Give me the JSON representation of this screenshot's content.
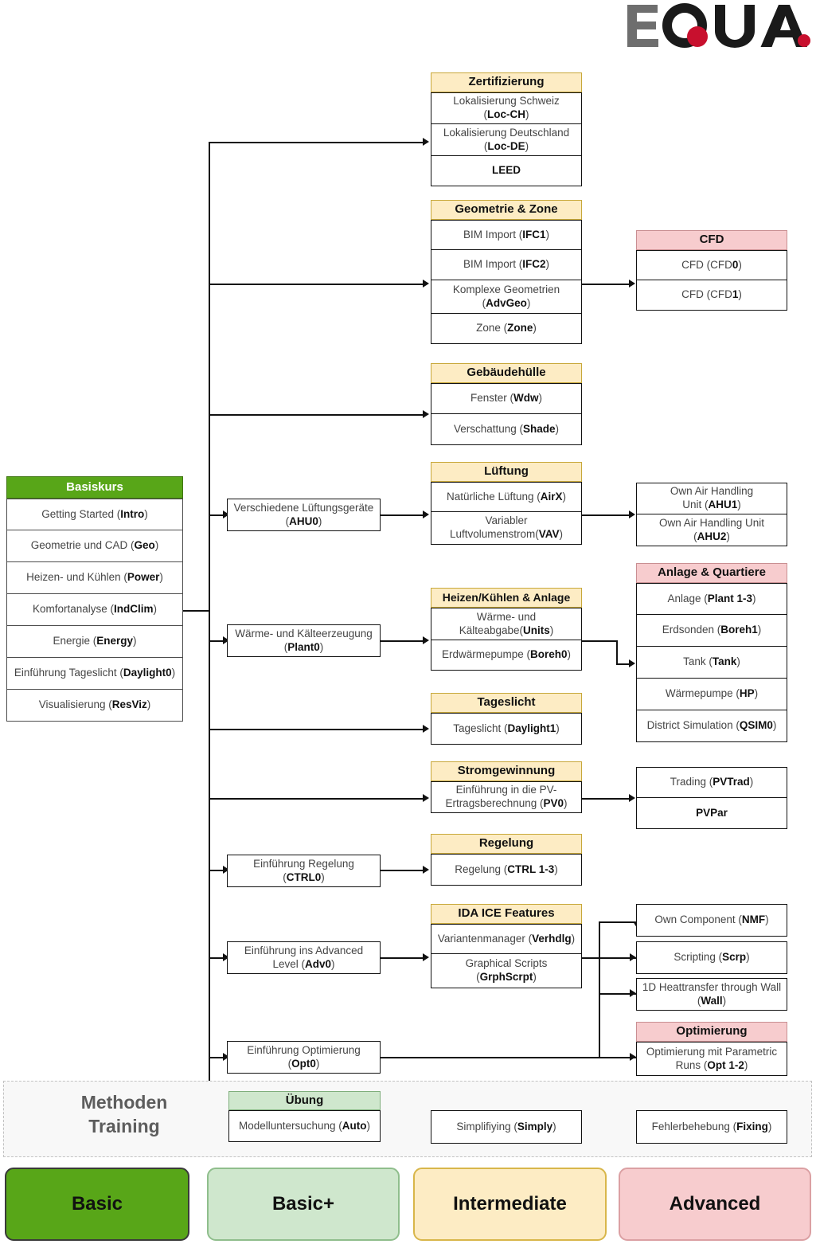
{
  "logo": {
    "text": "EQUA.",
    "gray": "#6e6e6e",
    "black": "#1a1a1a",
    "red": "#c8102e"
  },
  "colors": {
    "basic": "#58a618",
    "basic_plus": "#cfe7cd",
    "intermediate": "#fdecc4",
    "advanced": "#f7ccce"
  },
  "basiskurs": {
    "title": "Basiskurs",
    "items": [
      {
        "text": "Getting Started (",
        "code": "Intro",
        "tail": ")"
      },
      {
        "text": "Geometrie und CAD (",
        "code": "Geo",
        "tail": ")"
      },
      {
        "text": "Heizen- und Kühlen (",
        "code": "Power",
        "tail": ")"
      },
      {
        "text": "Komfortanalyse (",
        "code": "IndClim",
        "tail": ")"
      },
      {
        "text": "Energie (",
        "code": "Energy",
        "tail": ")"
      },
      {
        "text": "Einführung Tageslicht (",
        "code": "Daylight0",
        "tail": ")"
      },
      {
        "text": "Visualisierung (",
        "code": "ResViz",
        "tail": ")"
      }
    ]
  },
  "groups": {
    "zertifizierung": {
      "title": "Zertifizierung",
      "level": "intermediate",
      "items": [
        {
          "line1": "Lokalisierung Schweiz",
          "line2_pre": "(",
          "code": "Loc-CH",
          "line2_post": ")"
        },
        {
          "line1": "Lokalisierung Deutschland",
          "line2_pre": "(",
          "code": "Loc-DE",
          "line2_post": ")"
        },
        {
          "line1": "",
          "line2_pre": "",
          "code": "LEED",
          "line2_post": ""
        }
      ]
    },
    "geometrie_zone": {
      "title": "Geometrie & Zone",
      "level": "intermediate",
      "items": [
        {
          "line1": "",
          "line2_pre": "BIM Import (",
          "code": "IFC1",
          "line2_post": ")"
        },
        {
          "line1": "",
          "line2_pre": "BIM Import (",
          "code": "IFC2",
          "line2_post": ")"
        },
        {
          "line1": "Komplexe Geometrien",
          "line2_pre": "(",
          "code": "AdvGeo",
          "line2_post": ")"
        },
        {
          "line1": "",
          "line2_pre": "Zone (",
          "code": "Zone",
          "line2_post": ")"
        }
      ]
    },
    "cfd": {
      "title": "CFD",
      "level": "advanced",
      "items": [
        {
          "line1": "",
          "line2_pre": "CFD (CFD",
          "code": "0",
          "line2_post": ")"
        },
        {
          "line1": "",
          "line2_pre": "CFD (CFD",
          "code": "1",
          "line2_post": ")"
        }
      ]
    },
    "gebaeudehuelle": {
      "title": "Gebäudehülle",
      "level": "intermediate",
      "items": [
        {
          "line1": "",
          "line2_pre": "Fenster (",
          "code": "Wdw",
          "line2_post": ")"
        },
        {
          "line1": "",
          "line2_pre": "Verschattung (",
          "code": "Shade",
          "line2_post": ")"
        }
      ]
    },
    "lueftung": {
      "title": "Lüftung",
      "level": "intermediate",
      "items": [
        {
          "line1": "",
          "line2_pre": "Natürliche Lüftung (",
          "code": "AirX",
          "line2_post": ")"
        },
        {
          "line1": "Variabler",
          "line2_pre": "Luftvolumenstrom(",
          "code": "VAV",
          "line2_post": ")"
        }
      ]
    },
    "ahu_own": {
      "title": "",
      "level": "advanced",
      "items": [
        {
          "line1": "Own Air Handling",
          "line2_pre": "Unit (",
          "code": "AHU1",
          "line2_post": ")"
        },
        {
          "line1": "Own Air Handling Unit",
          "line2_pre": "(",
          "code": "AHU2",
          "line2_post": ")"
        }
      ]
    },
    "heizen_kuehlen": {
      "title": "Heizen/Kühlen & Anlage",
      "level": "intermediate",
      "items": [
        {
          "line1": "Wärme- und",
          "line2_pre": "Kälteabgabe(",
          "code": "Units",
          "line2_post": ")"
        },
        {
          "line1": "",
          "line2_pre": "Erdwärmepumpe (",
          "code": "Boreh0",
          "line2_post": ")"
        }
      ]
    },
    "anlage_quartiere": {
      "title": "Anlage & Quartiere",
      "level": "advanced",
      "items": [
        {
          "line1": "",
          "line2_pre": "Anlage (",
          "code": "Plant 1-3",
          "line2_post": ")"
        },
        {
          "line1": "",
          "line2_pre": "Erdsonden (",
          "code": "Boreh1",
          "line2_post": ")"
        },
        {
          "line1": "",
          "line2_pre": "Tank (",
          "code": "Tank",
          "line2_post": ")"
        },
        {
          "line1": "",
          "line2_pre": "Wärmepumpe (",
          "code": "HP",
          "line2_post": ")"
        },
        {
          "line1": "",
          "line2_pre": "District Simulation (",
          "code": "QSIM0",
          "line2_post": ")"
        }
      ]
    },
    "tageslicht": {
      "title": "Tageslicht",
      "level": "intermediate",
      "items": [
        {
          "line1": "",
          "line2_pre": "Tageslicht (",
          "code": "Daylight1",
          "line2_post": ")"
        }
      ]
    },
    "stromgewinnung": {
      "title": "Stromgewinnung",
      "level": "intermediate",
      "items": [
        {
          "line1": "Einführung in die PV-",
          "line2_pre": "Ertragsberechnung (",
          "code": "PV0",
          "line2_post": ")"
        }
      ]
    },
    "pv_right": {
      "title": "",
      "level": "advanced",
      "items": [
        {
          "line1": "",
          "line2_pre": "Trading (",
          "code": "PVTrad",
          "line2_post": ")"
        },
        {
          "line1": "",
          "line2_pre": "",
          "code": "PVPar",
          "line2_post": ""
        }
      ]
    },
    "regelung": {
      "title": "Regelung",
      "level": "intermediate",
      "items": [
        {
          "line1": "",
          "line2_pre": "Regelung (",
          "code": "CTRL 1-3",
          "line2_post": ")"
        }
      ]
    },
    "ida_ice": {
      "title": "IDA ICE Features",
      "level": "intermediate",
      "items": [
        {
          "line1": "",
          "line2_pre": "Variantenmanager (",
          "code": "Verhdlg",
          "line2_post": ")"
        },
        {
          "line1": "Graphical Scripts",
          "line2_pre": "(",
          "code": "GrphScrpt",
          "line2_post": ")"
        }
      ]
    },
    "optimierung": {
      "title": "Optimierung",
      "level": "advanced",
      "items": [
        {
          "line1": "Optimierung mit Parametric",
          "line2_pre": "Runs (",
          "code": "Opt 1-2",
          "line2_post": ")"
        }
      ]
    },
    "uebung": {
      "title": "Übung",
      "level": "basic_plus",
      "items": [
        {
          "line1": "",
          "line2_pre": "Modelluntersuchung (",
          "code": "Auto",
          "line2_post": ")"
        }
      ]
    }
  },
  "single_boxes": {
    "ahu0": {
      "line1": "Verschiedene Lüftungsgeräte",
      "line2_pre": "(",
      "code": "AHU0",
      "line2_post": ")"
    },
    "plant0": {
      "line1": "Wärme- und Kälteerzeugung",
      "line2_pre": "(",
      "code": "Plant0",
      "line2_post": ")"
    },
    "ctrl0": {
      "line1": "Einführung Regelung",
      "line2_pre": "(",
      "code": "CTRL0",
      "line2_post": ")"
    },
    "adv0": {
      "line1": "Einführung ins Advanced",
      "line2_pre": "Level (",
      "code": "Adv0",
      "line2_post": ")"
    },
    "opt0": {
      "line1": "Einführung Optimierung",
      "line2_pre": "(",
      "code": "Opt0",
      "line2_post": ")"
    },
    "nmf": {
      "line1": "",
      "line2_pre": "Own Component (",
      "code": "NMF",
      "line2_post": ")"
    },
    "scrp": {
      "line1": "",
      "line2_pre": "Scripting (",
      "code": "Scrp",
      "line2_post": ")"
    },
    "wall": {
      "line1": "1D Heattransfer through Wall",
      "line2_pre": "(",
      "code": "Wall",
      "line2_post": ")"
    },
    "simply": {
      "line1": "",
      "line2_pre": "Simplifiying (",
      "code": "Simply",
      "line2_post": ")"
    },
    "fixing": {
      "line1": "",
      "line2_pre": "Fehlerbehebung (",
      "code": "Fixing",
      "line2_post": ")"
    }
  },
  "methoden_training": {
    "line1": "Methoden",
    "line2": "Training"
  },
  "legend": {
    "items": [
      {
        "label": "Basic",
        "color": "#58a618"
      },
      {
        "label": "Basic+",
        "color": "#cfe7cd"
      },
      {
        "label": "Intermediate",
        "color": "#fdecc4"
      },
      {
        "label": "Advanced",
        "color": "#f7ccce"
      }
    ]
  }
}
